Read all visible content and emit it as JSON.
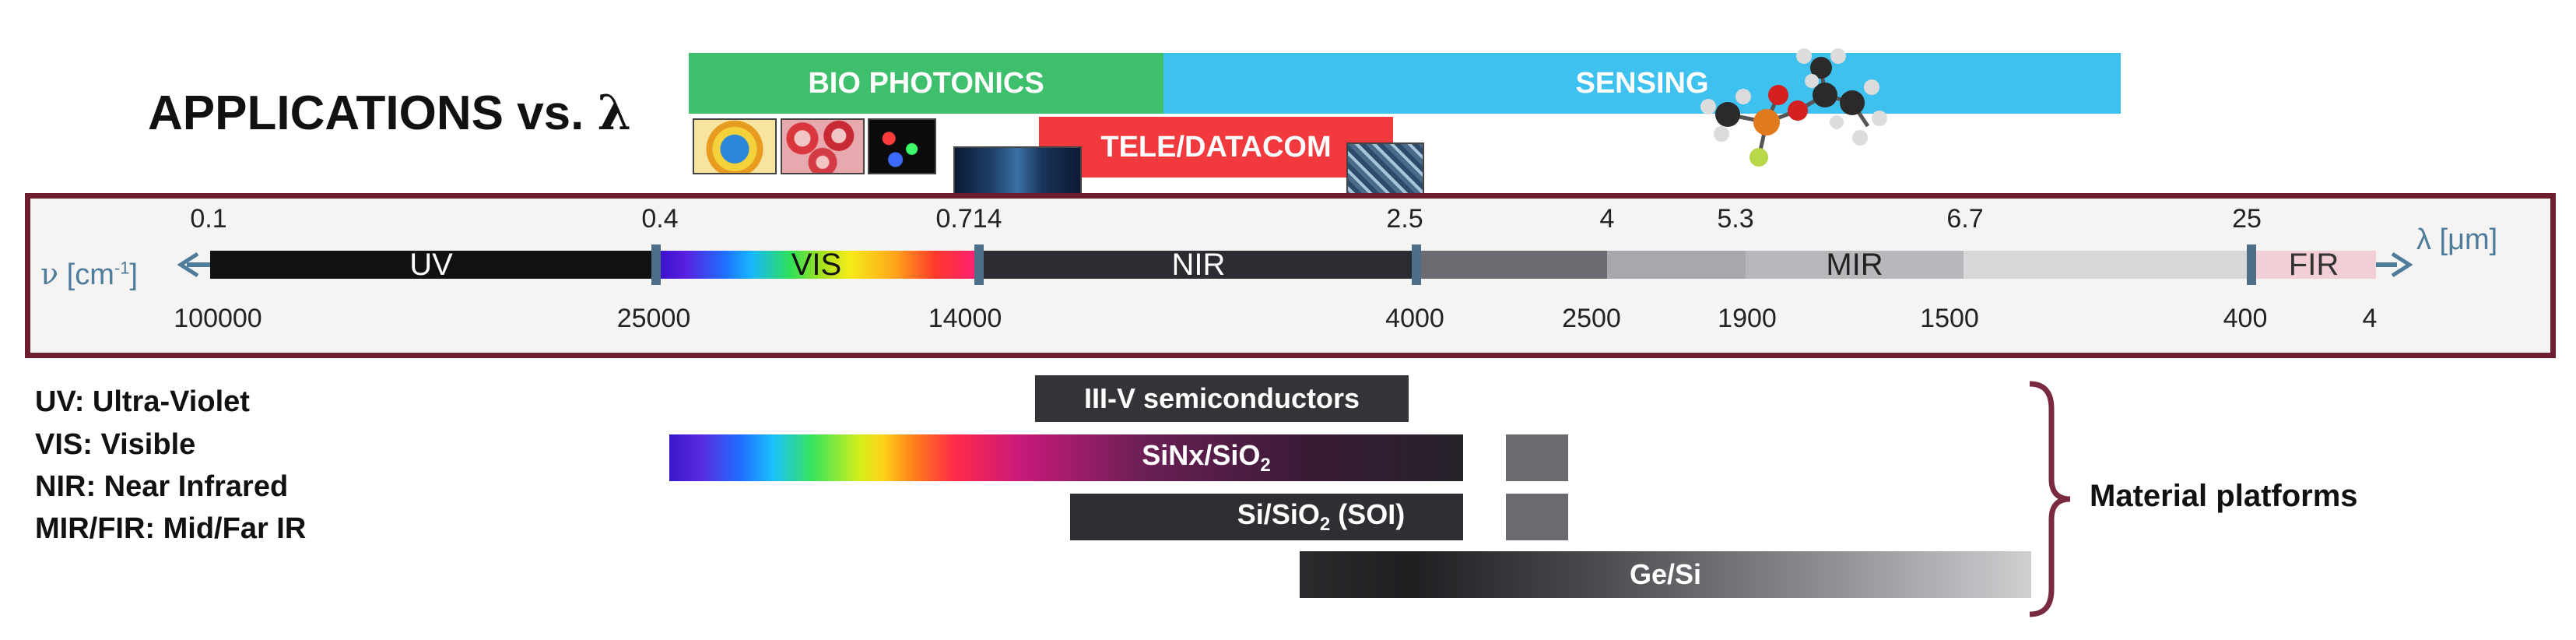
{
  "title": {
    "prefix": "APPLICATIONS vs. ",
    "symbol": "λ"
  },
  "applications": {
    "bio_photonics": "BIO PHOTONICS",
    "sensing": "SENSING",
    "tele_datacom": "TELE/DATACOM"
  },
  "spectrum": {
    "wavelength_labels": [
      "0.1",
      "0.4",
      "0.714",
      "2.5",
      "4",
      "5.3",
      "6.7",
      "25"
    ],
    "wavenumber_labels": [
      "100000",
      "25000",
      "14000",
      "4000",
      "2500",
      "1900",
      "1500",
      "400",
      "4"
    ],
    "bands": {
      "uv": "UV",
      "vis": "VIS",
      "nir": "NIR",
      "mir": "MIR",
      "fir": "FIR"
    },
    "nu_axis": {
      "symbol": "ν",
      "unit_open": " [cm",
      "exp": "-1",
      "unit_close": "]"
    },
    "lambda_axis": "λ [μm]"
  },
  "legend": {
    "uv": "UV: Ultra-Violet",
    "vis": "VIS: Visible",
    "nir": "NIR: Near Infrared",
    "mirfir": "MIR/FIR: Mid/Far IR"
  },
  "materials": {
    "iii_v": "III-V semiconductors",
    "sinx": {
      "prefix": "SiNx/SiO",
      "sub": "2"
    },
    "soi": {
      "prefix": "Si/SiO",
      "sub": "2",
      "suffix": " (SOI)"
    },
    "gesi": "Ge/Si",
    "platforms_label": "Material platforms"
  },
  "colors": {
    "frame": "#6e1f2f",
    "bio": "#3dbf6b",
    "sensing": "#3fc1ef",
    "tele": "#f2393e",
    "axis": "#4e7d9b"
  }
}
